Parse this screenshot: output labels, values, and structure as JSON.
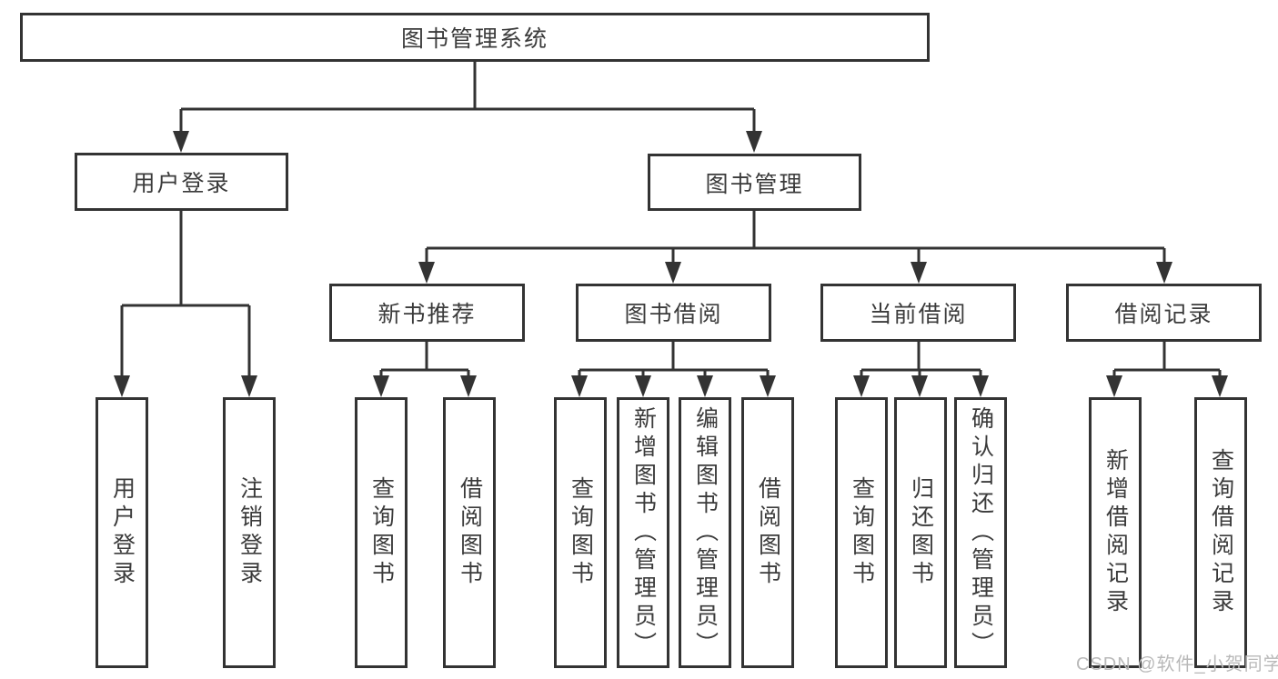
{
  "diagram": {
    "root": {
      "label": "图书管理系统"
    },
    "level2": [
      {
        "label": "用户登录"
      },
      {
        "label": "图书管理"
      }
    ],
    "level3": [
      {
        "label": "新书推荐"
      },
      {
        "label": "图书借阅"
      },
      {
        "label": "当前借阅"
      },
      {
        "label": "借阅记录"
      }
    ],
    "leaves": [
      {
        "label": "用户登录"
      },
      {
        "label": "注销登录"
      },
      {
        "label": "查询图书"
      },
      {
        "label": "借阅图书"
      },
      {
        "label": "查询图书"
      },
      {
        "label": "新增图书（管理员）"
      },
      {
        "label": "编辑图书（管理员）"
      },
      {
        "label": "借阅图书"
      },
      {
        "label": "查询图书"
      },
      {
        "label": "归还图书"
      },
      {
        "label": "确认归还（管理员）"
      },
      {
        "label": "新增借阅记录"
      },
      {
        "label": "查询借阅记录"
      }
    ],
    "watermark": "CSDN @软件_小贺同学",
    "colors": {
      "line": "#333333",
      "text": "#3b3b3b",
      "box_background": "#ffffff",
      "page_background": "#ffffff",
      "watermark": "#b9b9b9"
    }
  }
}
